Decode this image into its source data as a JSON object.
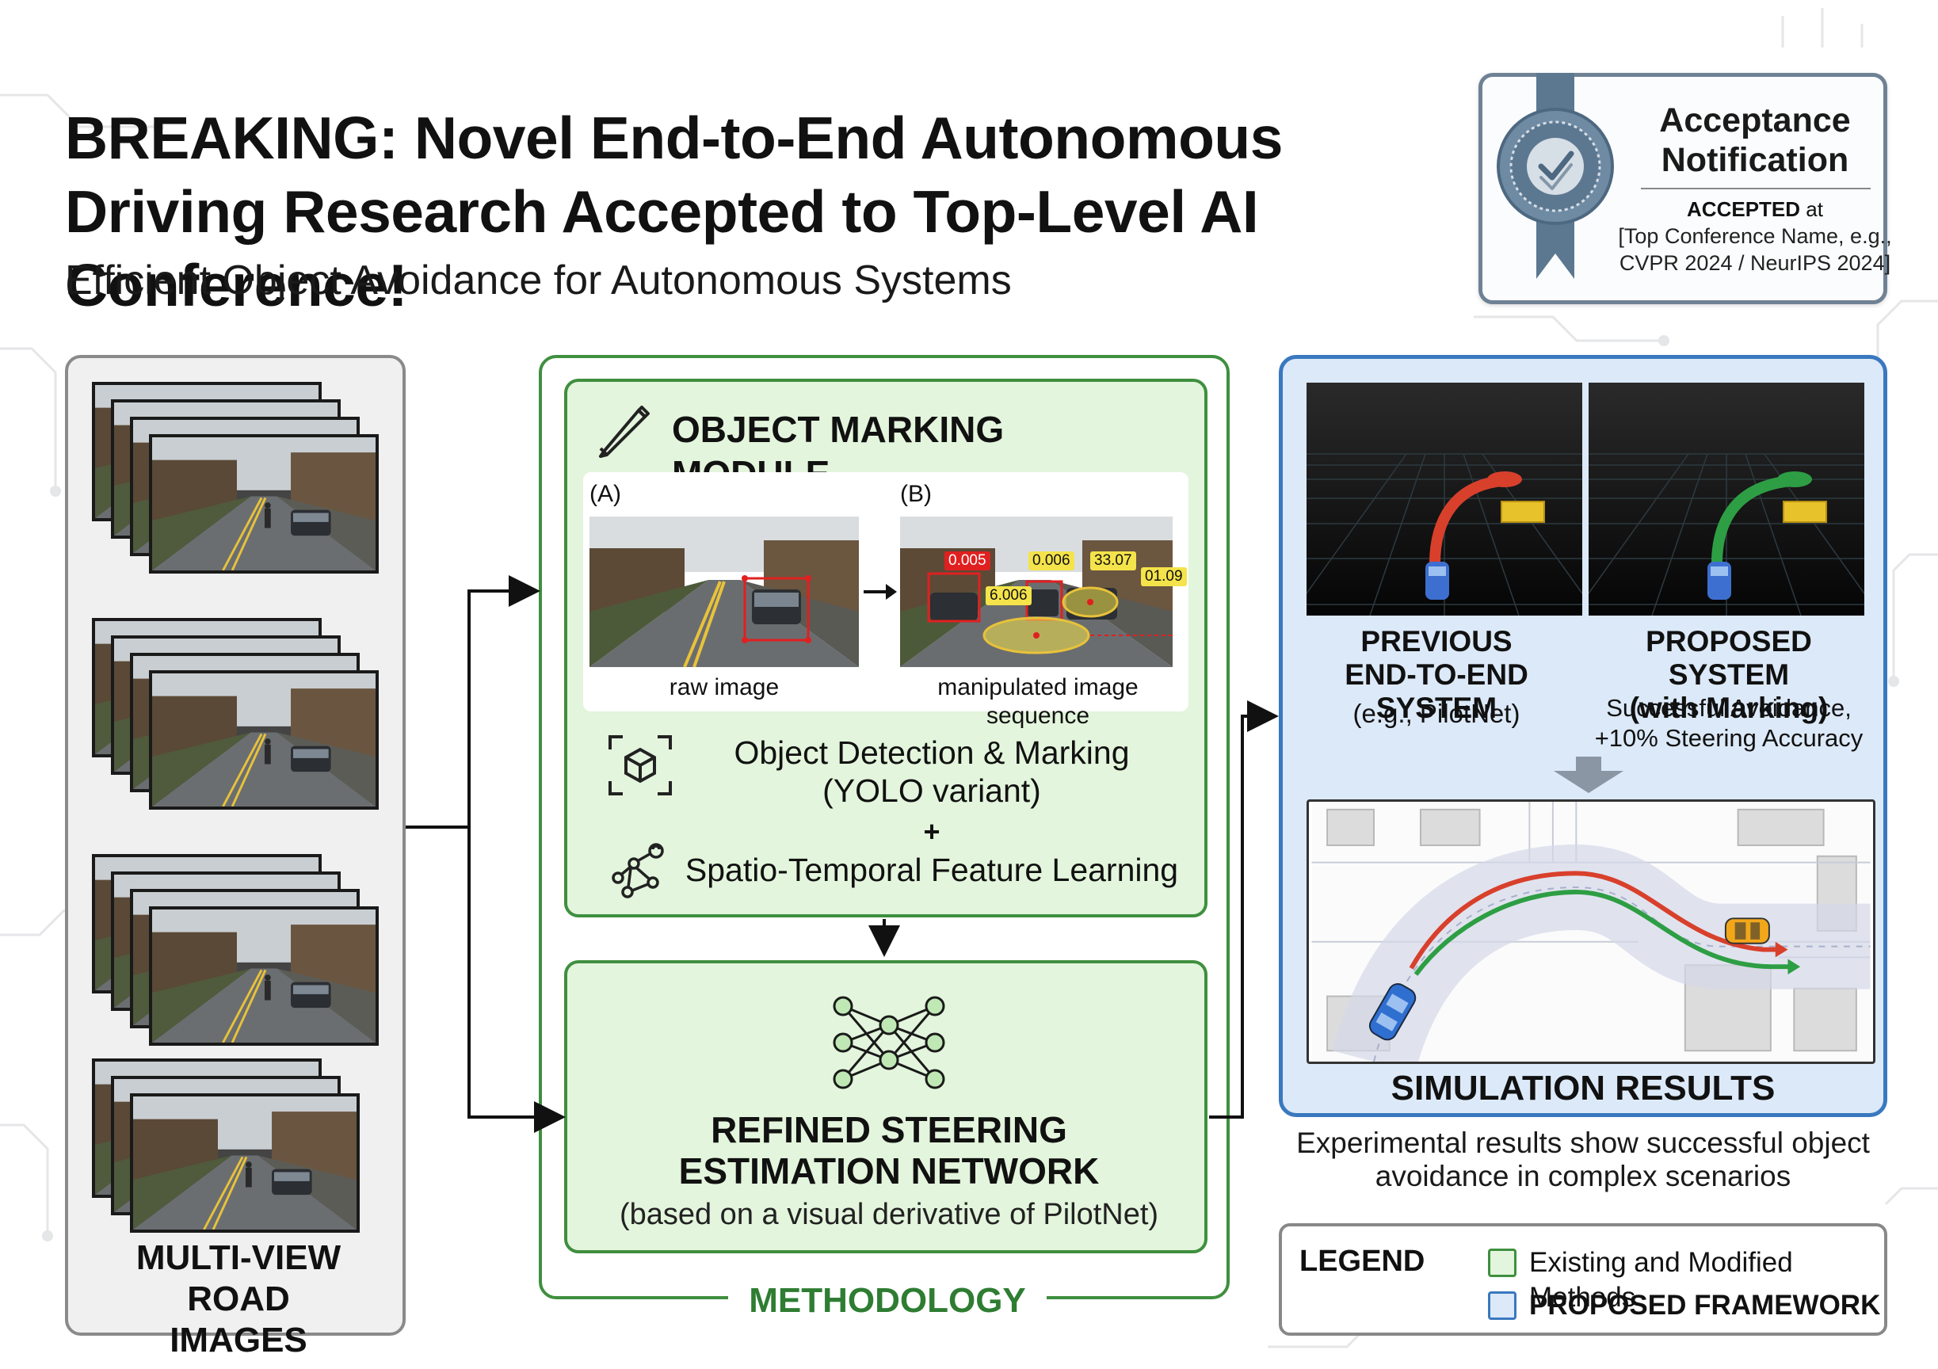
{
  "header": {
    "headline": "BREAKING: Novel End-to-End Autonomous Driving Research Accepted to Top-Level AI Conference!",
    "subtitle": "Efficient Object Avoidance for Autonomous Systems"
  },
  "acceptance": {
    "title": "Acceptance Notification",
    "status": "ACCEPTED",
    "status_suffix": " at",
    "venue": "[Top Conference Name, e.g., CVPR 2024 / NeurIPS 2024]"
  },
  "input": {
    "label": "MULTI-VIEW ROAD IMAGES",
    "ellipsis": "⋮"
  },
  "methodology": {
    "label": "METHODOLOGY",
    "object_marking": {
      "title": "OBJECT MARKING MODULE",
      "tag_a": "(A)",
      "tag_b": "(B)",
      "raw_caption": "raw image",
      "manipulated_caption": "manipulated image sequence",
      "detection_scores": [
        "0.005",
        "0.006",
        "33.07",
        "01.09",
        "6.006"
      ],
      "detection_line1": "Object Detection & Marking",
      "detection_line2": "(YOLO variant)",
      "plus": "+",
      "spatio": "Spatio-Temporal Feature Learning"
    },
    "steering": {
      "title_line1": "REFINED STEERING",
      "title_line2": "ESTIMATION NETWORK",
      "subtitle": "(based on a visual derivative of PilotNet)"
    }
  },
  "results": {
    "previous_title_line1": "PREVIOUS",
    "previous_title_line2": "END-TO-END SYSTEM",
    "previous_note": "(e.g., PilotNet)",
    "proposed_title_line1": "PROPOSED SYSTEM",
    "proposed_title_line2": "(with Marking)",
    "proposed_note_line1": "Successful Avoidance,",
    "proposed_note_line2": "+10% Steering Accuracy",
    "sim_title": "SIMULATION RESULTS",
    "caption_line1": "Experimental results show successful object",
    "caption_line2": "avoidance in complex scenarios"
  },
  "legend": {
    "title": "LEGEND",
    "item1": "Existing and Modified Methods",
    "item2": "PROPOSED FRAMEWORK"
  },
  "colors": {
    "method_green": "#3f8f3f",
    "method_fill": "#e3f5dc",
    "proposed_blue": "#3a78bf",
    "proposed_fill": "#dce9f8",
    "previous_path": "#d8402c",
    "proposed_path": "#2e9e44"
  },
  "icons": [
    "ribbon-seal-icon",
    "pencil-icon",
    "cube-detect-icon",
    "graph-node-icon",
    "neural-network-icon",
    "down-arrow-icon"
  ]
}
